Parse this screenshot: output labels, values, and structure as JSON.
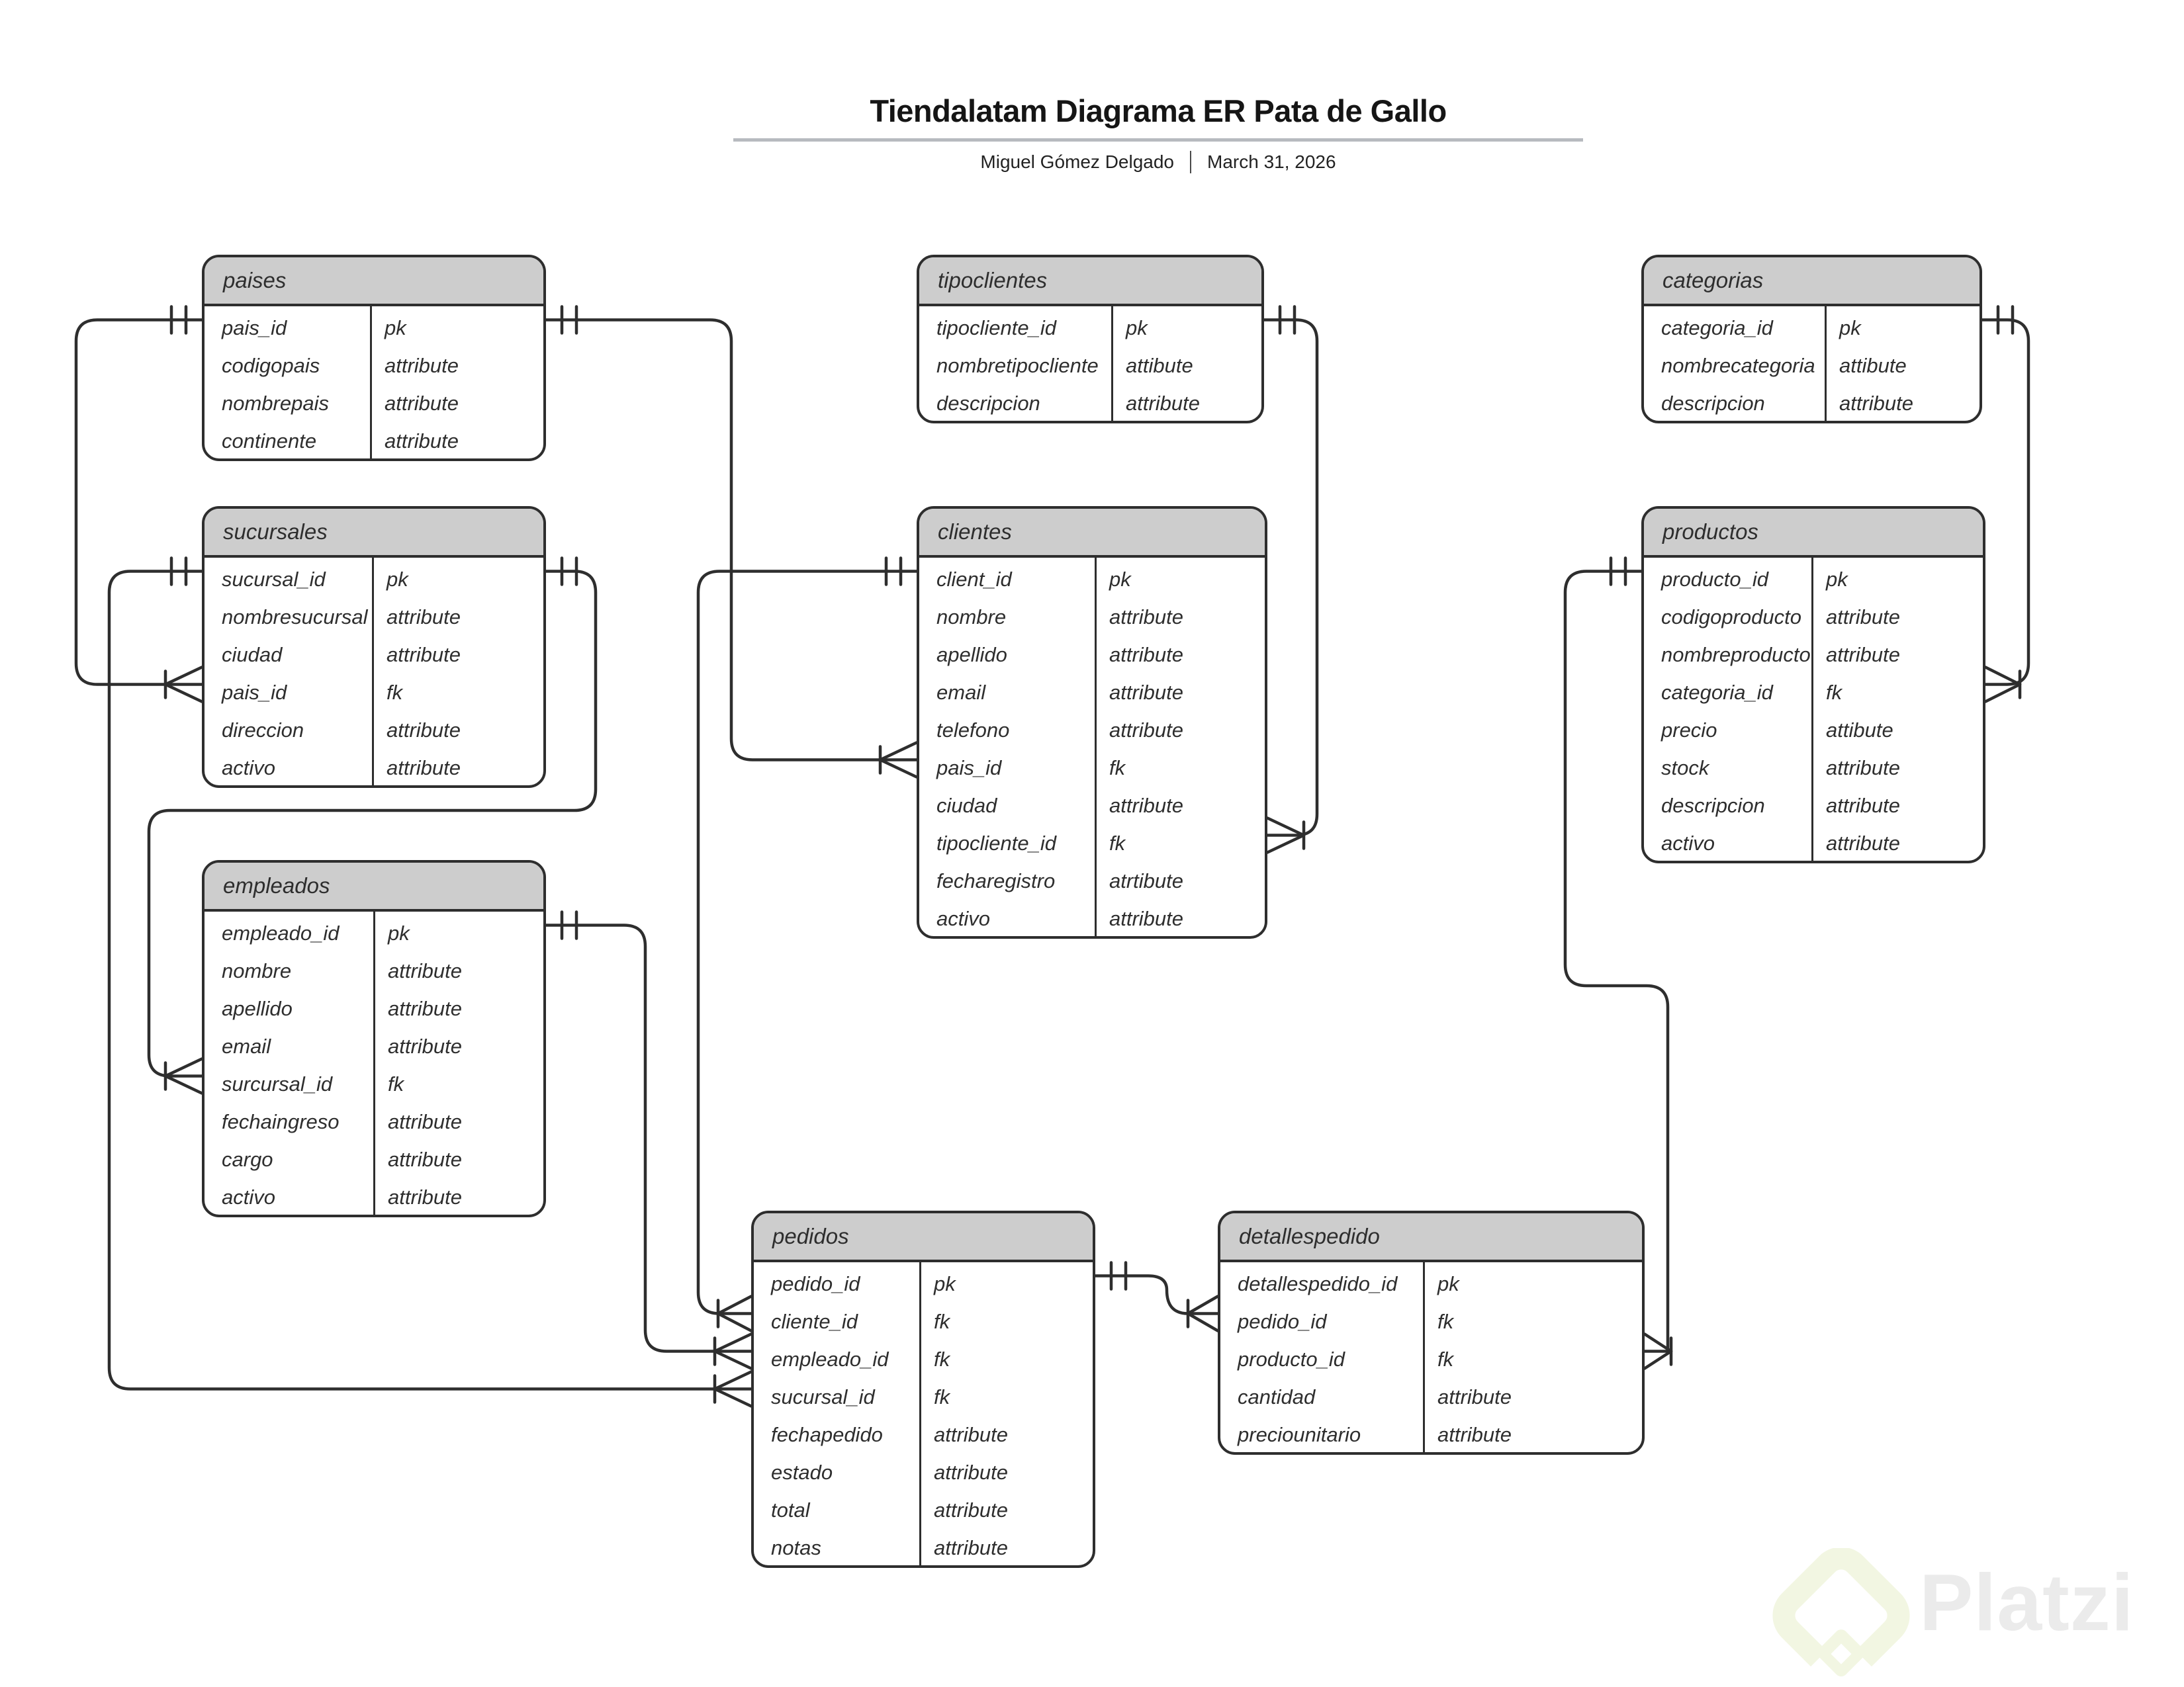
{
  "header": {
    "title": "Tiendalatam Diagrama ER Pata de Gallo",
    "author": "Miguel Gómez Delgado",
    "date": "March 31, 2026"
  },
  "entities": [
    {
      "id": "paises",
      "name": "paises",
      "fields": [
        {
          "name": "pais_id",
          "key": "pk"
        },
        {
          "name": "codigopais",
          "key": "attribute"
        },
        {
          "name": "nombrepais",
          "key": "attribute"
        },
        {
          "name": "continente",
          "key": "attribute"
        }
      ]
    },
    {
      "id": "sucursales",
      "name": "sucursales",
      "fields": [
        {
          "name": "sucursal_id",
          "key": "pk"
        },
        {
          "name": "nombresucursal",
          "key": "attribute"
        },
        {
          "name": "ciudad",
          "key": "attribute"
        },
        {
          "name": "pais_id",
          "key": "fk"
        },
        {
          "name": "direccion",
          "key": "attribute"
        },
        {
          "name": "activo",
          "key": "attribute"
        }
      ]
    },
    {
      "id": "empleados",
      "name": "empleados",
      "fields": [
        {
          "name": "empleado_id",
          "key": "pk"
        },
        {
          "name": "nombre",
          "key": "attribute"
        },
        {
          "name": "apellido",
          "key": "attribute"
        },
        {
          "name": "email",
          "key": "attribute"
        },
        {
          "name": "surcursal_id",
          "key": "fk"
        },
        {
          "name": "fechaingreso",
          "key": "attribute"
        },
        {
          "name": "cargo",
          "key": "attribute"
        },
        {
          "name": "activo",
          "key": "attribute"
        }
      ]
    },
    {
      "id": "tipoclientes",
      "name": "tipoclientes",
      "fields": [
        {
          "name": "tipocliente_id",
          "key": "pk"
        },
        {
          "name": "nombretipocliente",
          "key": "attibute"
        },
        {
          "name": "descripcion",
          "key": "attribute"
        }
      ]
    },
    {
      "id": "clientes",
      "name": "clientes",
      "fields": [
        {
          "name": "client_id",
          "key": "pk"
        },
        {
          "name": "nombre",
          "key": "attribute"
        },
        {
          "name": "apellido",
          "key": "attribute"
        },
        {
          "name": "email",
          "key": "attribute"
        },
        {
          "name": "telefono",
          "key": "attribute"
        },
        {
          "name": "pais_id",
          "key": "fk"
        },
        {
          "name": "ciudad",
          "key": "attribute"
        },
        {
          "name": "tipocliente_id",
          "key": "fk"
        },
        {
          "name": "fecharegistro",
          "key": "atrtibute"
        },
        {
          "name": "activo",
          "key": "attribute"
        }
      ]
    },
    {
      "id": "categorias",
      "name": "categorias",
      "fields": [
        {
          "name": "categoria_id",
          "key": "pk"
        },
        {
          "name": "nombrecategoria",
          "key": "attibute"
        },
        {
          "name": "descripcion",
          "key": "attribute"
        }
      ]
    },
    {
      "id": "productos",
      "name": "productos",
      "fields": [
        {
          "name": "producto_id",
          "key": "pk"
        },
        {
          "name": "codigoproducto",
          "key": "attribute"
        },
        {
          "name": "nombreproducto",
          "key": "attribute"
        },
        {
          "name": "categoria_id",
          "key": "fk"
        },
        {
          "name": "precio",
          "key": "attibute"
        },
        {
          "name": "stock",
          "key": "attribute"
        },
        {
          "name": "descripcion",
          "key": "attribute"
        },
        {
          "name": "activo",
          "key": "attribute"
        }
      ]
    },
    {
      "id": "pedidos",
      "name": "pedidos",
      "fields": [
        {
          "name": "pedido_id",
          "key": "pk"
        },
        {
          "name": "cliente_id",
          "key": "fk"
        },
        {
          "name": "empleado_id",
          "key": "fk"
        },
        {
          "name": "sucursal_id",
          "key": "fk"
        },
        {
          "name": "fechapedido",
          "key": "attribute"
        },
        {
          "name": "estado",
          "key": "attribute"
        },
        {
          "name": "total",
          "key": "attribute"
        },
        {
          "name": "notas",
          "key": "attribute"
        }
      ]
    },
    {
      "id": "detallespedido",
      "name": "detallespedido",
      "fields": [
        {
          "name": "detallespedido_id",
          "key": "pk"
        },
        {
          "name": "pedido_id",
          "key": "fk"
        },
        {
          "name": "producto_id",
          "key": "fk"
        },
        {
          "name": "cantidad",
          "key": "attribute"
        },
        {
          "name": "preciounitario",
          "key": "attribute"
        }
      ]
    }
  ],
  "relationships": [
    {
      "one": "paises.pais_id",
      "many": "sucursales.pais_id",
      "one_symbol": "exactly-one",
      "many_symbol": "one-or-many"
    },
    {
      "one": "paises.pais_id",
      "many": "clientes.pais_id",
      "one_symbol": "exactly-one",
      "many_symbol": "one-or-many"
    },
    {
      "one": "sucursales.sucursal_id",
      "many": "empleados.surcursal_id",
      "one_symbol": "exactly-one",
      "many_symbol": "one-or-many"
    },
    {
      "one": "sucursales.sucursal_id",
      "many": "pedidos.sucursal_id",
      "one_symbol": "exactly-one",
      "many_symbol": "one-or-many"
    },
    {
      "one": "empleados.empleado_id",
      "many": "pedidos.empleado_id",
      "one_symbol": "exactly-one",
      "many_symbol": "one-or-many"
    },
    {
      "one": "clientes.client_id",
      "many": "pedidos.cliente_id",
      "one_symbol": "exactly-one",
      "many_symbol": "one-or-many"
    },
    {
      "one": "tipoclientes.tipocliente_id",
      "many": "clientes.tipocliente_id",
      "one_symbol": "exactly-one",
      "many_symbol": "one-or-many"
    },
    {
      "one": "categorias.categoria_id",
      "many": "productos.categoria_id",
      "one_symbol": "exactly-one",
      "many_symbol": "one-or-many"
    },
    {
      "one": "pedidos.pedido_id",
      "many": "detallespedido.pedido_id",
      "one_symbol": "exactly-one",
      "many_symbol": "one-or-many"
    },
    {
      "one": "productos.producto_id",
      "many": "detallespedido.producto_id",
      "one_symbol": "exactly-one",
      "many_symbol": "one-or-many"
    }
  ],
  "watermark": {
    "brand": "Platzi"
  },
  "colors": {
    "line": "#2e2e2e",
    "entity_header": "#cdcdcd",
    "entity_border": "#2e2e2e",
    "title_rule": "#b7babf",
    "watermark_logo": "#f2f6e2",
    "watermark_text": "#ebebeb"
  }
}
